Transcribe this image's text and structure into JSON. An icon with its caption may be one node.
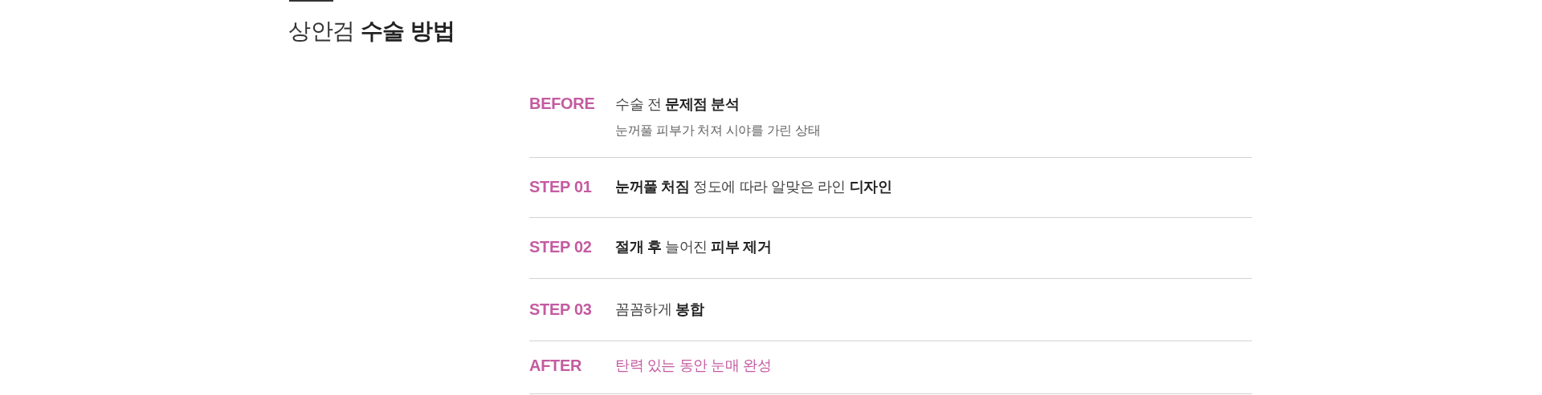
{
  "diagram": {
    "title": "상안검 **수술 방법**",
    "labels": [
      "BEFORE",
      "수술 전 **문제점 분석**",
      "눈꺼풀 피부가 처져 시야를 가린 상태",
      "STEP 01",
      "**눈꺼풀 처짐** 정도에 따라 알맞은 라인 **디자인**",
      "STEP 02",
      "**절개 후** 늘어진 **피부 제거**",
      "STEP 03",
      "꼼꼼하게 **봉합**",
      "AFTER",
      "탄력 있는 동안 눈매 완성"
    ]
  }
}
